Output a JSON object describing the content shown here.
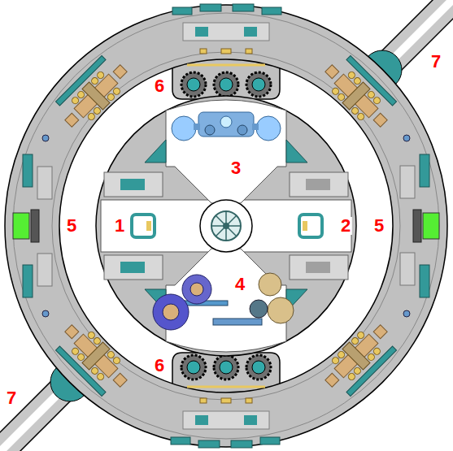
{
  "diagram": {
    "labels": [
      "7",
      "6",
      "3",
      "5",
      "1",
      "2",
      "5",
      "4",
      "6",
      "7"
    ]
  }
}
